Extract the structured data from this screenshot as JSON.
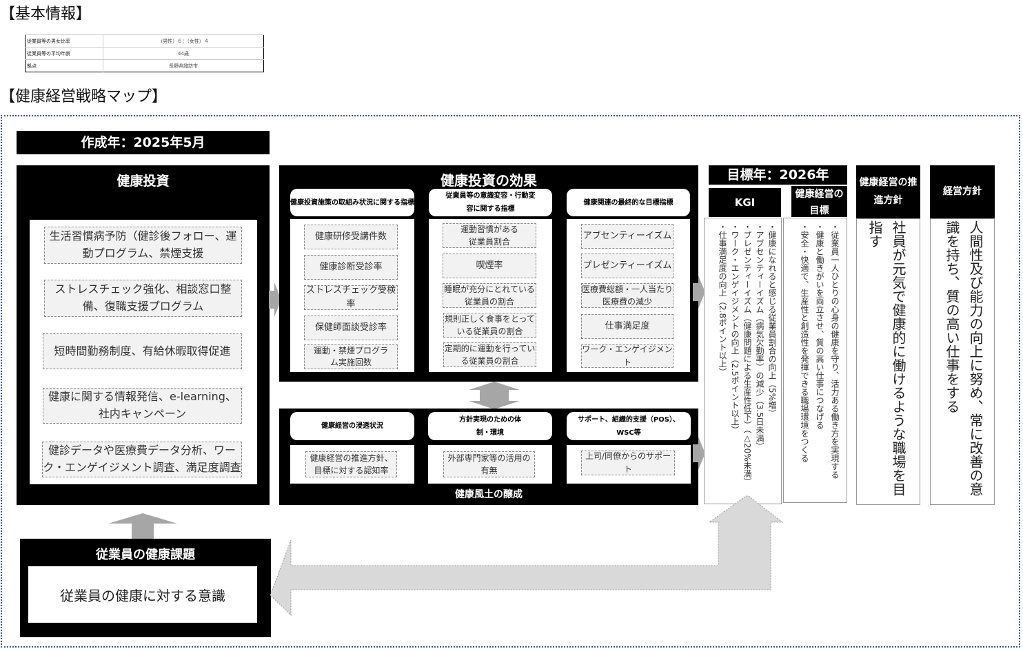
{
  "basic_info": {
    "title": "【基本情報】",
    "rows": [
      {
        "label": "従業員等の男女比率",
        "value": "（男性）６：（女性）４"
      },
      {
        "label": "従業員等の平均年齢",
        "value": "44歳"
      },
      {
        "label": "拠点",
        "value": "長野県諏訪市"
      }
    ]
  },
  "strategy_map": {
    "title": "【健康経営戦略マップ】",
    "created": "作成年：2025年5月",
    "investment": {
      "title": "健康投資",
      "items": [
        "生活習慣病予防（健診後フォロー、運動プログラム、禁煙支援",
        "ストレスチェック強化、相談窓口整備、復職支援プログラム",
        "短時間勤務制度、有給休暇取得促進",
        "健康に関する情報発信、e-learning、社内キャンペーン",
        "健診データや医療費データ分析、ワーク・エンゲイジメント調査、満足度調査"
      ]
    },
    "effects": {
      "title": "健康投資の効果",
      "columns": [
        {
          "header": "健康投資施策の取組み状況に関する指標",
          "items": [
            "健康研修受講件数",
            "健康診断受診率",
            "ストレスチェック受検率",
            "保健師面談受診率",
            "運動・禁煙プログラム実施回数"
          ]
        },
        {
          "header": "従業員等の意識変容・行動変容に関する指標",
          "items": [
            "運動習慣がある従業員割合",
            "喫煙率",
            "睡眠が充分にとれている従業員の割合",
            "規則正しく食事をとっている従業員の割合",
            "定期的に運動を行っている従業員の割合"
          ]
        },
        {
          "header": "健康関連の最終的な目標指標",
          "items": [
            "アブセンティーイズム",
            "プレゼンティーイズム",
            "医療費総額・一人当たり医療費の減少",
            "仕事満足度",
            "ワーク・エンゲイジメント"
          ]
        }
      ]
    },
    "culture": {
      "title": "健康風土の醸成",
      "columns": [
        {
          "header": "健康経営の浸透状況",
          "item": "健康経営の推進方針、目標に対する認知率"
        },
        {
          "header": "方針実現のための体制・環境",
          "item": "外部専門家等の活用の有無"
        },
        {
          "header": "サポート、組織的支援（POS）、WSC等",
          "item": "上司/同僚からのサポート"
        }
      ]
    },
    "target_year": "目標年：2026年",
    "kgi": {
      "title": "KGI",
      "items": [
        "・健康になれると感じる従業員割合の向上（5%増）",
        "・アブセンティーイズム（病気欠勤率）の減少（3.5日未満）",
        "・プレゼンティーイズム（健康問題による生産性低下）（△20%未満）",
        "・ワーク・エンゲイジメントの向上（2.5ポイント以上）",
        "・仕事満足度の向上（2.8ポイント以上）"
      ]
    },
    "goals": {
      "title": "健康経営の目標",
      "items": [
        "・従業員一人ひとりの心身の健康を守り、活力ある働き方を実現する",
        "・健康と働きがいを両立させ、質の高い仕事につなげる",
        "・安全・快適で、生産性と創造性を発揮できる職場環境をつくる"
      ]
    },
    "promotion_policy": {
      "title": "健康経営の推進方針",
      "text": "社員が元気で健康的に働けるような職場を目指す"
    },
    "management_policy": {
      "title": "経営方針",
      "text": "人間性及び能力の向上に努め、常に改善の意識を持ち、質の高い仕事をする"
    },
    "health_issue": {
      "title": "従業員の健康課題",
      "text": "従業員の健康に対する意識"
    }
  }
}
